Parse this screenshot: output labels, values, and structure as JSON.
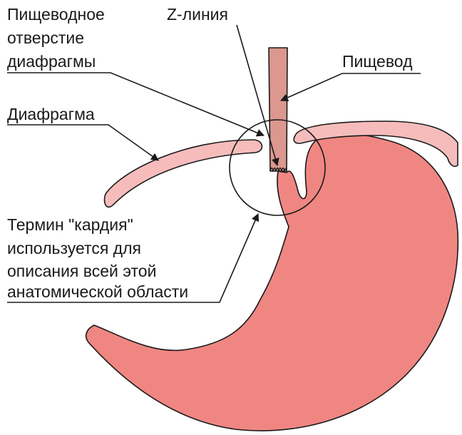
{
  "labels": {
    "hiatus": [
      "Пищеводное",
      "отверстие",
      "диафрагмы"
    ],
    "z_line": "Z-линия",
    "esophagus": "Пищевод",
    "diaphragm": "Диафрагма",
    "cardia_note": [
      "Термин \"кардия\"",
      "используется для",
      "описания всей этой",
      "анатомической области"
    ]
  },
  "colors": {
    "stomach": "#f08682",
    "esophagus": "#dc978e",
    "diaphragm": "#f6bcbc",
    "outline": "#1a1a1a"
  }
}
